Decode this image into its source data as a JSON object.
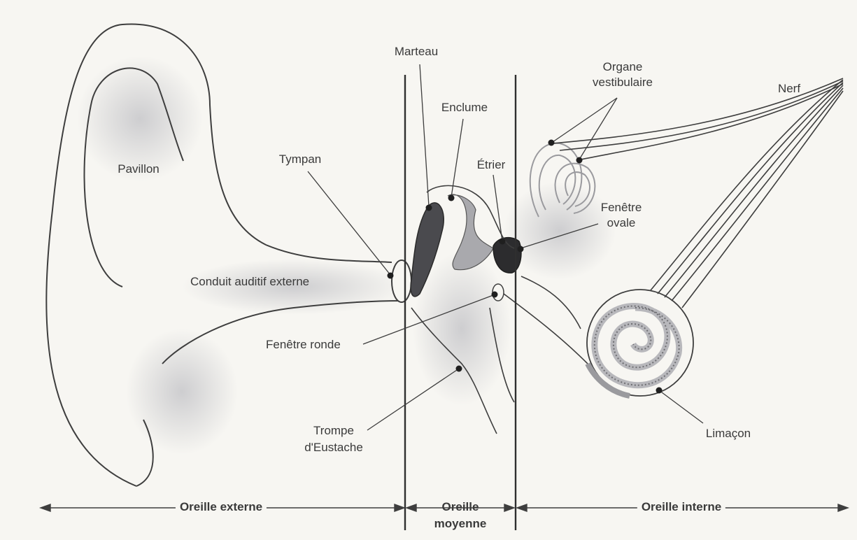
{
  "labels": {
    "marteau": "Marteau",
    "organe_line1": "Organe",
    "organe_line2": "vestibulaire",
    "nerf": "Nerf",
    "enclume": "Enclume",
    "pavillon": "Pavillon",
    "tympan": "Tympan",
    "etrier": "Étrier",
    "fenetre_ovale_line1": "Fenêtre",
    "fenetre_ovale_line2": "ovale",
    "conduit": "Conduit auditif externe",
    "fenetre_ronde": "Fenêtre ronde",
    "trompe_line1": "Trompe",
    "trompe_line2": "d'Eustache",
    "limacon": "Limaçon"
  },
  "sections": {
    "externe": "Oreille externe",
    "moyenne_line1": "Oreille",
    "moyenne_line2": "moyenne",
    "interne": "Oreille interne"
  }
}
